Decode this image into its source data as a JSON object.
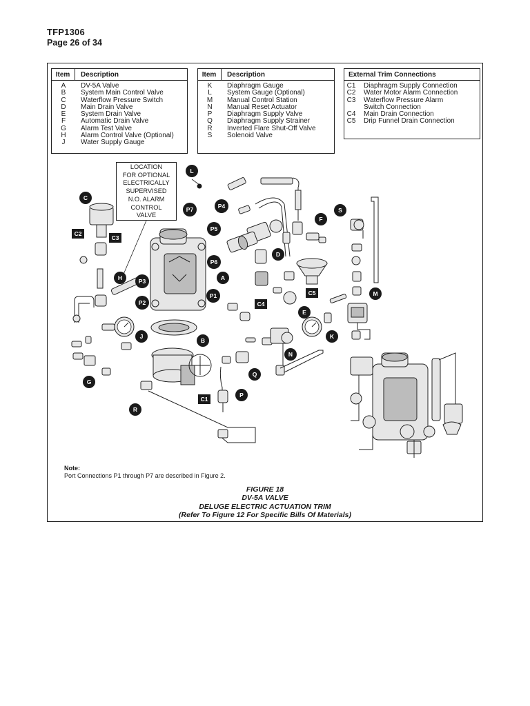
{
  "header": {
    "doc_code": "TFP1306",
    "page": "Page 26 of 34"
  },
  "table1": {
    "col_item": "Item",
    "col_desc": "Description",
    "rows": [
      {
        "item": "A",
        "desc": "DV-5A Valve"
      },
      {
        "item": "B",
        "desc": "System Main Control Valve"
      },
      {
        "item": "C",
        "desc": "Waterflow Pressure Switch"
      },
      {
        "item": "D",
        "desc": "Main Drain Valve"
      },
      {
        "item": "E",
        "desc": "System Drain Valve"
      },
      {
        "item": "F",
        "desc": "Automatic Drain Valve"
      },
      {
        "item": "G",
        "desc": "Alarm Test Valve"
      },
      {
        "item": "H",
        "desc": "Alarm Control Valve (Optional)"
      },
      {
        "item": "J",
        "desc": "Water Supply Gauge"
      }
    ]
  },
  "table2": {
    "col_item": "Item",
    "col_desc": "Description",
    "rows": [
      {
        "item": "K",
        "desc": "Diaphragm Gauge"
      },
      {
        "item": "L",
        "desc": "System Gauge (Optional)"
      },
      {
        "item": "M",
        "desc": "Manual Control Station"
      },
      {
        "item": "N",
        "desc": "Manual Reset Actuator"
      },
      {
        "item": "P",
        "desc": "Diaphragm Supply Valve"
      },
      {
        "item": "Q",
        "desc": "Diaphragm Supply Strainer"
      },
      {
        "item": "R",
        "desc": "Inverted Flare Shut-Off Valve"
      },
      {
        "item": "S",
        "desc": "Solenoid Valve"
      }
    ]
  },
  "table3": {
    "title": "External Trim Connections",
    "rows": [
      {
        "item": "C1",
        "desc": "Diaphragm Supply Connection"
      },
      {
        "item": "C2",
        "desc": "Water Motor Alarm Connection"
      },
      {
        "item": "C3",
        "desc": "Waterflow Pressure Alarm"
      },
      {
        "item": "",
        "desc": "Switch Connection"
      },
      {
        "item": "C4",
        "desc": "Main Drain Connection"
      },
      {
        "item": "C5",
        "desc": "Drip Funnel Drain Connection"
      }
    ]
  },
  "location_box": [
    "LOCATION",
    "FOR OPTIONAL",
    "ELECTRICALLY",
    "SUPERVISED",
    "N.O. ALARM",
    "CONTROL",
    "VALVE"
  ],
  "callouts": {
    "L": "L",
    "C": "C",
    "C2": "C2",
    "C3": "C3",
    "P7": "P7",
    "P4": "P4",
    "P5": "P5",
    "P6": "P6",
    "P3": "P3",
    "P2": "P2",
    "P1": "P1",
    "H": "H",
    "A": "A",
    "B": "B",
    "D": "D",
    "E": "E",
    "F": "F",
    "S": "S",
    "M": "M",
    "K": "K",
    "C4": "C4",
    "C5": "C5",
    "J": "J",
    "G": "G",
    "N": "N",
    "Q": "Q",
    "P": "P",
    "C1": "C1",
    "R": "R"
  },
  "note": {
    "label": "Note:",
    "text": "Port Connections P1 through P7 are described in Figure 2."
  },
  "caption": {
    "figure": "FIGURE 18",
    "line2": "DV-5A VALVE",
    "line3": "DELUGE ELECTRIC ACTUATION TRIM",
    "line4": "(Refer To Figure 12 For Specific Bills Of Materials)"
  }
}
